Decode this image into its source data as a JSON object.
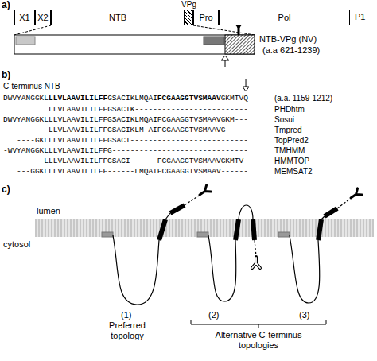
{
  "diagram": {
    "nodes": [
      {
        "text": [
          "X1"
        ]
      },
      {
        "text": [
          "X2"
        ]
      },
      {
        "text": [
          "NTB"
        ]
      },
      {
        "text": [
          "VPg"
        ]
      },
      {
        "text": [
          "Pro"
        ]
      },
      {
        "text": [
          "Pol"
        ]
      }
    ],
    "labels": [
      "a)",
      "P1",
      "NTB-VPg (NV)",
      "(a.a 621-1239)",
      "b)",
      "C-terminus NTB",
      "DWVYANGGKL",
      "LLVLAAVILILFF",
      "GSACIKLMQAI",
      "FCGAAGGTVSMAAV",
      "GKMTVQ",
      "(a.a. 1159-1212)",
      "LLVLAAVILILFFGSACIK-------------------------",
      "PHDhtm",
      "DWVYANGGKLLLVLAAVILILFFGSACIKLMQAIFCGAAGGTVSMAAVGKM---",
      "Sosui",
      "-------LLVLAAVILILFFGSACIKLM-AIFCGAAGGTVSMAAVG-----",
      "Tmpred",
      "----GKLLLVLAAVILILFFGSACI--------------------------",
      "TopPred2",
      "-WVYANGGKLLLVLAAVILILFFG------------------------------",
      "TMHMM",
      "------LLLVLAAVILILFFGSACI------FCGAAGGTVSMAAVGKMTV-",
      "HMMTOP",
      "---GGKLLLVLAAVILILFF------LMQAIFCGAAGGTVSMAAV------",
      "MEMSAT2",
      "c)",
      "lumen",
      "cytosol",
      "(1)",
      "Preferred topology",
      "(2)",
      "(3)",
      "Alternative C-terminus topologies"
    ]
  }
}
